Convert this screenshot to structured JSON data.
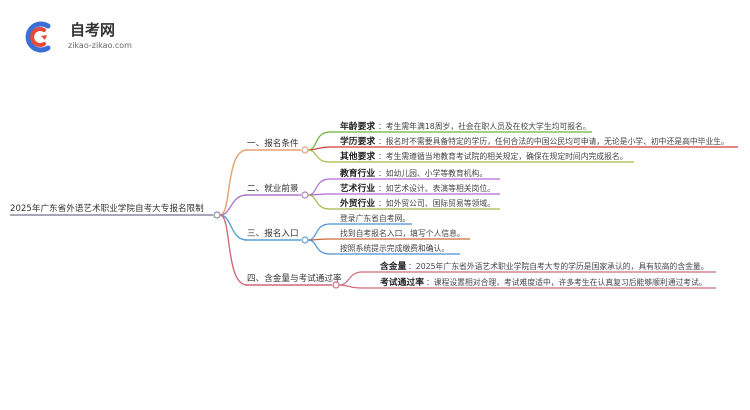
{
  "logo": {
    "name": "自考网",
    "url_text": "zikao-zikao.com"
  },
  "colors": {
    "root_line": "#8a8aa0",
    "branch1": "#e8a070",
    "branch2": "#b07ac8",
    "branch3": "#5a9fd8",
    "branch4": "#d06a7a",
    "leaf_green": "#6db33f",
    "leaf_red": "#d33a3a",
    "leaf_olive": "#a8b84a",
    "leaf_purple": "#b06ad0",
    "leaf_blue": "#4a8fd8"
  },
  "root": "2025年广东省外语艺术职业学院自考大专报名限制",
  "branches": [
    {
      "label": "一、报名条件",
      "leaves": [
        {
          "key": "年龄要求",
          "text": "：考生需年满18周岁，社会在职人员及在校大学生均可报名。"
        },
        {
          "key": "学历要求",
          "text": "：报名时不需要具备特定的学历，任何合法的中国公民均可申请，无论是小学、初中还是高中毕业生。"
        },
        {
          "key": "其他要求",
          "text": "：考生需遵循当地教育考试院的相关规定，确保在规定时间内完成报名。"
        }
      ]
    },
    {
      "label": "二、就业前景",
      "leaves": [
        {
          "key": "教育行业",
          "text": "：如幼儿园、小学等教育机构。"
        },
        {
          "key": "艺术行业",
          "text": "：如艺术设计、表演等相关岗位。"
        },
        {
          "key": "外贸行业",
          "text": "：如外贸公司、国际贸易等领域。"
        }
      ]
    },
    {
      "label": "三、报名入口",
      "leaves": [
        {
          "key": "",
          "text": "登录广东省自考网。"
        },
        {
          "key": "",
          "text": "找到自考报名入口，填写个人信息。"
        },
        {
          "key": "",
          "text": "按照系统提示完成缴费和确认。"
        }
      ]
    },
    {
      "label": "四、含金量与考试通过率",
      "leaves": [
        {
          "key": "含金量",
          "text": "：2025年广东省外语艺术职业学院自考大专的学历是国家承认的，具有较高的含金量。"
        },
        {
          "key": "考试通过率",
          "text": "：课程设置相对合理，考试难度适中，许多考生在认真复习后能够顺利通过考试。"
        }
      ]
    }
  ]
}
